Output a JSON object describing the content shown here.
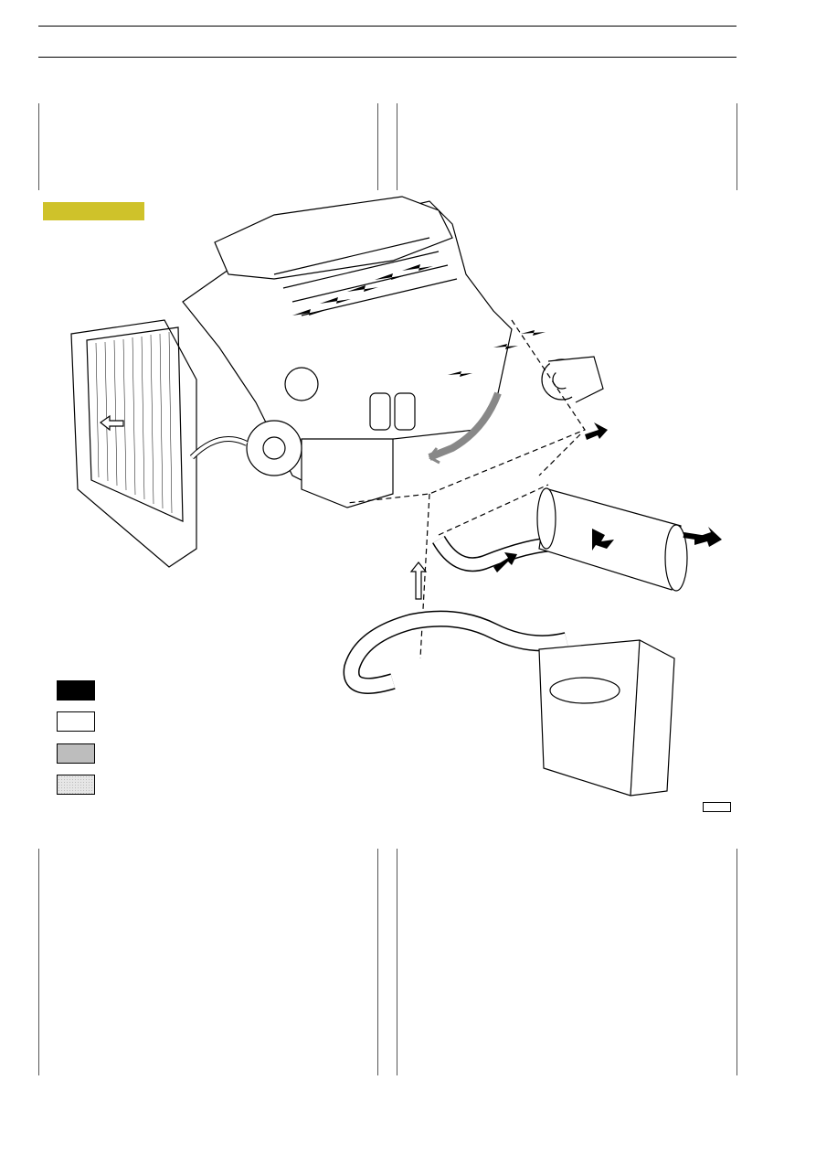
{
  "page": {
    "header_text": "",
    "figure_ref": ""
  },
  "colors": {
    "section_tag": "#cfc22a",
    "legend": [
      "#000000",
      "#ffffff",
      "#bdbdbd",
      "#e6e6e6"
    ]
  },
  "legend": {
    "items": [
      {
        "icon": "black-swatch",
        "label": ""
      },
      {
        "icon": "white-swatch",
        "label": ""
      },
      {
        "icon": "grey-swatch",
        "label": ""
      },
      {
        "icon": "light-dotted-swatch",
        "label": ""
      }
    ]
  },
  "figure": {
    "parts": [
      "engine",
      "radiator",
      "turbocharger",
      "exhaust-pipe",
      "silencer",
      "air-filter",
      "air-intake-hose"
    ]
  }
}
